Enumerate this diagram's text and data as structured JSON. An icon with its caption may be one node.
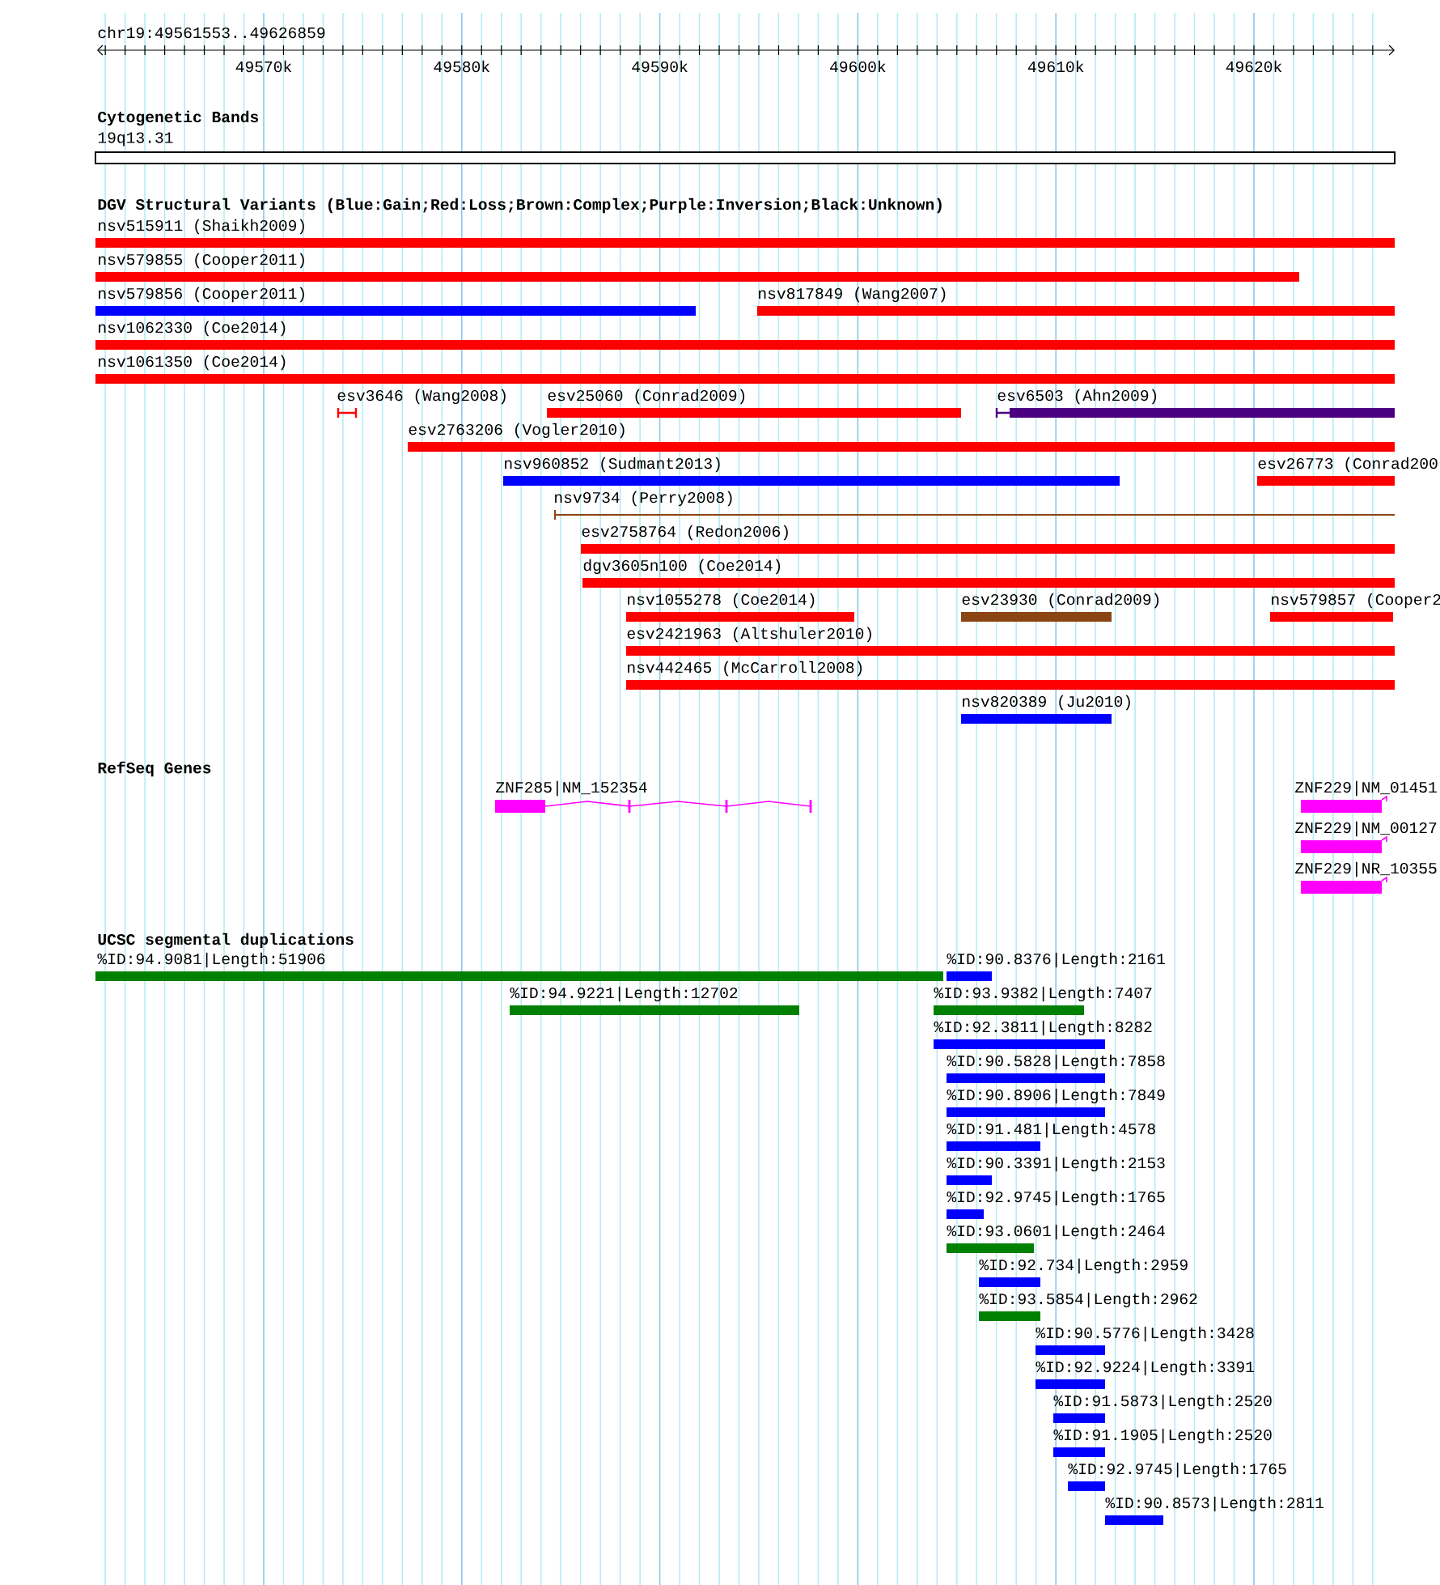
{
  "diagram": {
    "nodes": [
      {
        "text": [
          "nsv515911 (Shaikh2009)"
        ]
      },
      {
        "text": [
          "nsv579855 (Cooper2011)"
        ]
      },
      {
        "text": [
          "nsv579856 (Cooper2011)"
        ]
      },
      {
        "text": [
          "nsv817849 (Wang2007)"
        ]
      },
      {
        "text": [
          "nsv1062330 (Coe2014)"
        ]
      },
      {
        "text": [
          "nsv1061350 (Coe2014)"
        ]
      },
      {
        "text": [
          "esv3646 (Wang2008)"
        ]
      },
      {
        "text": [
          "esv25060 (Conrad2009)"
        ]
      },
      {
        "text": [
          "esv6503 (Ahn2009)"
        ]
      },
      {
        "text": [
          "esv2763206 (Vogler2010)"
        ]
      },
      {
        "text": [
          "nsv960852 (Sudmant2013)"
        ]
      },
      {
        "text": [
          "esv26773 (Conrad200"
        ]
      },
      {
        "text": [
          "nsv9734 (Perry2008)"
        ]
      },
      {
        "text": [
          "esv2758764 (Redon2006)"
        ]
      },
      {
        "text": [
          "dgv3605n100 (Coe2014)"
        ]
      },
      {
        "text": [
          "nsv1055278 (Coe2014)"
        ]
      },
      {
        "text": [
          "esv23930 (Conrad2009)"
        ]
      },
      {
        "text": [
          "nsv579857 (Cooper2"
        ]
      },
      {
        "text": [
          "esv2421963 (Altshuler2010)"
        ]
      },
      {
        "text": [
          "nsv442465 (McCarroll2008)"
        ]
      },
      {
        "text": [
          "nsv820389 (Ju2010)"
        ]
      },
      {
        "text": [
          "ZNF285|NM_152354"
        ]
      },
      {
        "text": [
          "ZNF229|NM_01451"
        ]
      },
      {
        "text": [
          "ZNF229|NM_00127"
        ]
      },
      {
        "text": [
          "ZNF229|NR_10355"
        ]
      },
      {
        "text": [
          "%ID:94.9081|Length:51906"
        ]
      },
      {
        "text": [
          "%ID:90.8376|Length:2161"
        ]
      },
      {
        "text": [
          "%ID:94.9221|Length:12702"
        ]
      },
      {
        "text": [
          "%ID:93.9382|Length:7407"
        ]
      },
      {
        "text": [
          "%ID:92.3811|Length:8282"
        ]
      },
      {
        "text": [
          "%ID:90.5828|Length:7858"
        ]
      },
      {
        "text": [
          "%ID:90.8906|Length:7849"
        ]
      },
      {
        "text": [
          "%ID:91.481|Length:4578"
        ]
      },
      {
        "text": [
          "%ID:90.3391|Length:2153"
        ]
      },
      {
        "text": [
          "%ID:92.9745|Length:1765"
        ]
      },
      {
        "text": [
          "%ID:93.0601|Length:2464"
        ]
      },
      {
        "text": [
          "%ID:92.734|Length:2959"
        ]
      },
      {
        "text": [
          "%ID:93.5854|Length:2962"
        ]
      },
      {
        "text": [
          "%ID:90.5776|Length:3428"
        ]
      },
      {
        "text": [
          "%ID:92.9224|Length:3391"
        ]
      },
      {
        "text": [
          "%ID:91.5873|Length:2520"
        ]
      },
      {
        "text": [
          "%ID:91.1905|Length:2520"
        ]
      },
      {
        "text": [
          "%ID:92.9745|Length:1765"
        ]
      },
      {
        "text": [
          "%ID:90.8573|Length:2811"
        ]
      }
    ],
    "labels": [
      "chr19:49561553..49626859",
      "49570k",
      "49580k",
      "49590k",
      "49600k",
      "49610k",
      "49620k",
      "Cytogenetic Bands",
      "19q13.31",
      "DGV Structural Variants (Blue:Gain;Red:Loss;Brown:Complex;Purple:Inversion;Black:Unknown)",
      "RefSeq Genes",
      "UCSC segmental duplications"
    ]
  }
}
